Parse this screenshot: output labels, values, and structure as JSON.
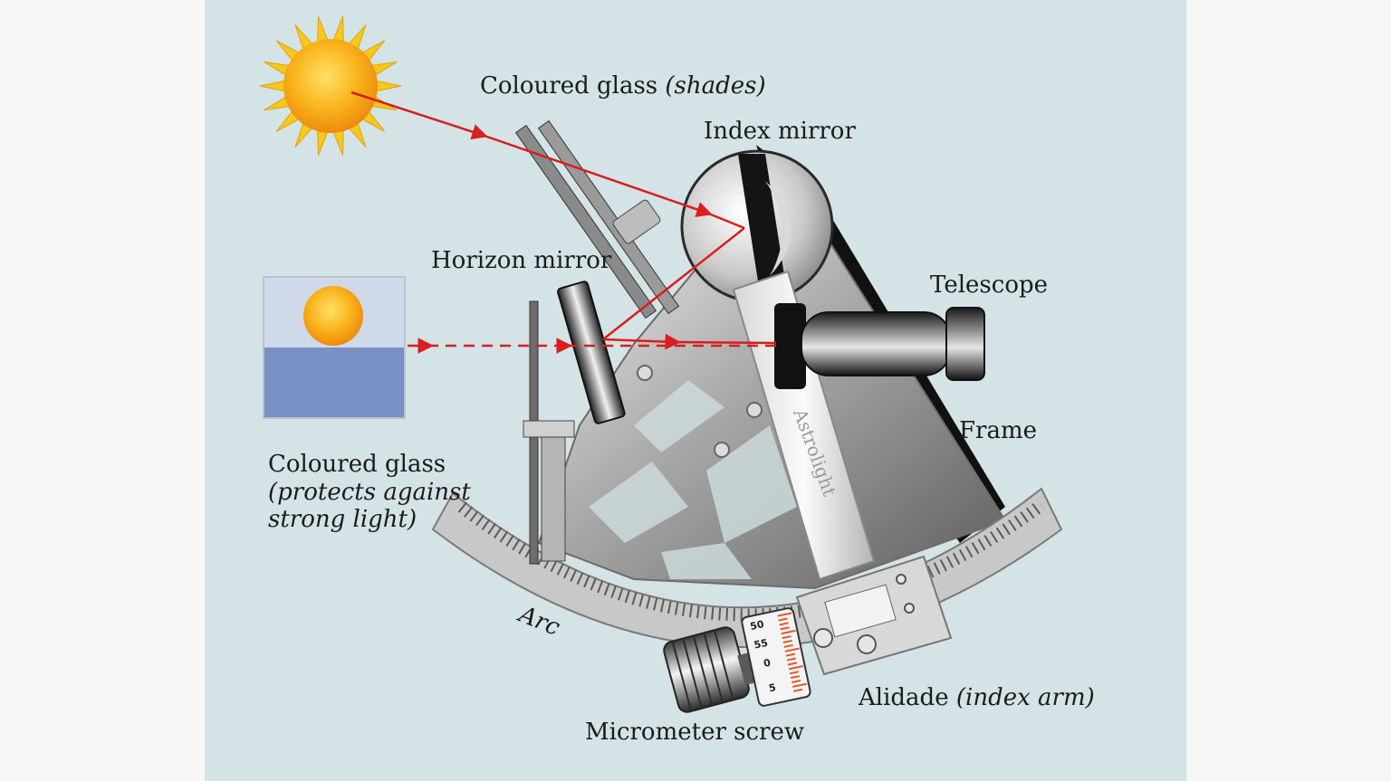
{
  "labels": {
    "coloured_glass_shades": "Coloured glass",
    "coloured_glass_shades_note": "(shades)",
    "index_mirror": "Index mirror",
    "horizon_mirror": "Horizon mirror",
    "telescope": "Telescope",
    "frame": "Frame",
    "coloured_glass": "Coloured glass",
    "coloured_glass_note_1": "(protects against",
    "coloured_glass_note_2": "strong light)",
    "arc": "Arc",
    "alidade": "Alidade",
    "alidade_note": "(index arm)",
    "micrometer_screw": "Micrometer screw",
    "alidade_engraving": "Astrolight"
  },
  "micrometer_ticks": [
    "50",
    "55",
    "0",
    "5"
  ],
  "colors": {
    "background": "#d4e3e5",
    "page_margin": "#f7f6f6",
    "light_ray": "#d81e1e",
    "sun": "#f5a40f",
    "sun_rays": "#f7c91c",
    "sea": "#7890c4",
    "sky": "#cfd9ea",
    "micrometer_scale": "#e0582a"
  },
  "icons": {
    "sun": "sun-icon",
    "horizon_sun": "setting-sun-icon"
  }
}
